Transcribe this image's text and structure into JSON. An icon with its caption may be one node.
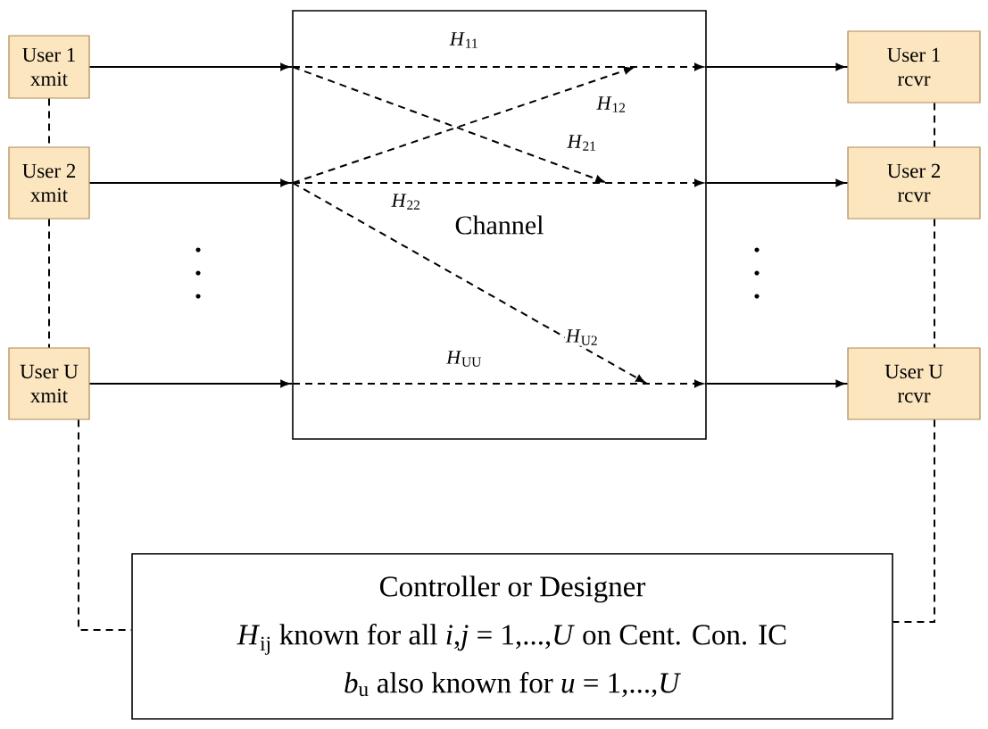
{
  "diagram": {
    "nodes": [
      {
        "text": [
          "User 1 xmit"
        ]
      },
      {
        "text": [
          "User 2 xmit"
        ]
      },
      {
        "text": [
          "User U xmit"
        ]
      },
      {
        "text": [
          "Channel"
        ]
      },
      {
        "text": [
          "User 1 rcvr"
        ]
      },
      {
        "text": [
          "User 2 rcvr"
        ]
      },
      {
        "text": [
          "User U rcvr"
        ]
      },
      {
        "text": [
          "Controller or Designer",
          "*H*$_{ij}$ known for all *i*,*j* = 1,...,*U* on Cent. Con. IC",
          "*b*$_{u}$ also known for *u* = 1,...,*U*"
        ]
      }
    ],
    "edges": [
      {
        "from": 0,
        "to": 3,
        "arrow": "to"
      },
      {
        "from": 1,
        "to": 3,
        "arrow": "to"
      },
      {
        "from": 2,
        "to": 3,
        "arrow": "to"
      },
      {
        "from": 3,
        "to": 4,
        "arrow": "to"
      },
      {
        "from": 3,
        "to": 5,
        "arrow": "to"
      },
      {
        "from": 3,
        "to": 6,
        "arrow": "to"
      },
      {
        "from": 0,
        "to": 1,
        "arrow": "none",
        "style": "dashed"
      },
      {
        "from": 1,
        "to": 2,
        "arrow": "none",
        "style": "dashed"
      },
      {
        "from": 2,
        "to": 7,
        "arrow": "none",
        "style": "dashed"
      },
      {
        "from": 4,
        "to": 5,
        "arrow": "none",
        "style": "dashed"
      },
      {
        "from": 5,
        "to": 6,
        "arrow": "none",
        "style": "dashed"
      },
      {
        "from": 6,
        "to": 7,
        "arrow": "none",
        "style": "dashed"
      }
    ],
    "labels": [
      "*H*$_{11}$",
      "*H*$_{12}$",
      "*H*$_{21}$",
      "*H*$_{22}$",
      "*H*$_{U2}$",
      "*H*$_{UU}$"
    ]
  }
}
